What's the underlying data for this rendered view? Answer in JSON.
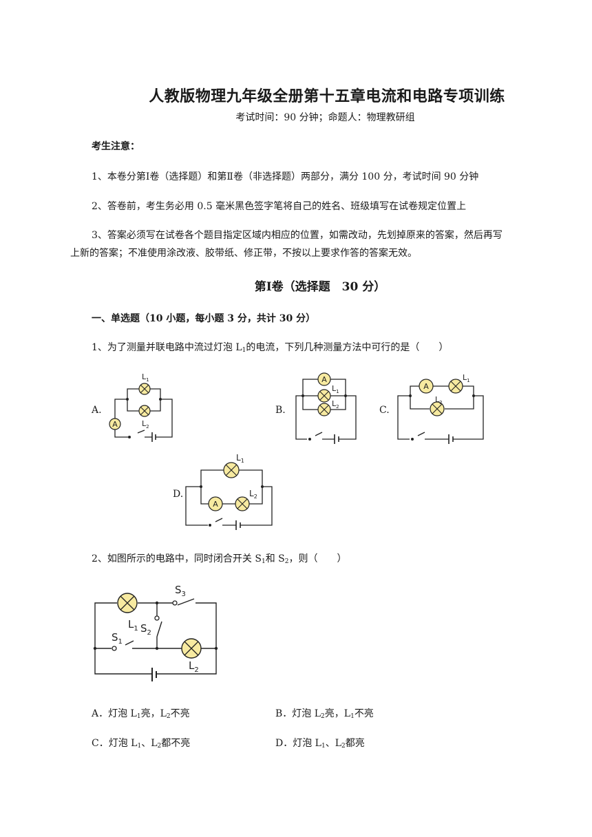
{
  "title": "人教版物理九年级全册第十五章电流和电路专项训练",
  "subtitle": "考试时间：90 分钟；命题人：物理教研组",
  "notice": {
    "heading": "考生注意：",
    "items": [
      "1、本卷分第Ⅰ卷（选择题）和第Ⅱ卷（非选择题）两部分，满分 100 分，考试时间 90 分钟",
      "2、答卷前，考生务必用 0.5 毫米黑色签字笔将自己的姓名、班级填写在试卷规定位置上",
      "3、答案必须写在试卷各个题目指定区域内相应的位置，如需改动，先划掉原来的答案，然后再写",
      "上新的答案；不准使用涂改液、胶带纸、修正带，不按以上要求作答的答案无效。"
    ]
  },
  "section_title": "第Ⅰ卷（选择题　30 分）",
  "part_heading": "一、单选题（10 小题，每小题 3 分，共计 30 分）",
  "q1": {
    "text_a": "1、为了测量并联电路中流过灯泡 L",
    "text_sub": "1",
    "text_b": "的电流，下列几种测量方法中可行的是（　　）",
    "options": [
      "A.",
      "B.",
      "C.",
      "D."
    ]
  },
  "q2": {
    "text_a": "2、如图所示的电路中，同时闭合开关 S",
    "sub1": "1",
    "text_mid": "和 S",
    "sub2": "2",
    "text_b": "，则（　　）",
    "choices": [
      {
        "label": "A．灯泡 L",
        "s1": "1",
        "mid": "亮，L",
        "s2": "2",
        "end": "不亮"
      },
      {
        "label": "B．灯泡 L",
        "s1": "2",
        "mid": "亮，L",
        "s2": "1",
        "end": "不亮"
      },
      {
        "label": "C．灯泡 L",
        "s1": "1",
        "mid": "、L",
        "s2": "2",
        "end": "都不亮"
      },
      {
        "label": "D．灯泡 L",
        "s1": "1",
        "mid": "、L",
        "s2": "2",
        "end": "都亮"
      }
    ]
  },
  "labels": {
    "ammeter": "A",
    "L": "L",
    "S": "S",
    "n1": "1",
    "n2": "2",
    "n3": "3"
  },
  "colors": {
    "lamp_fill": "#f7eaa0",
    "wire": "#222222"
  }
}
